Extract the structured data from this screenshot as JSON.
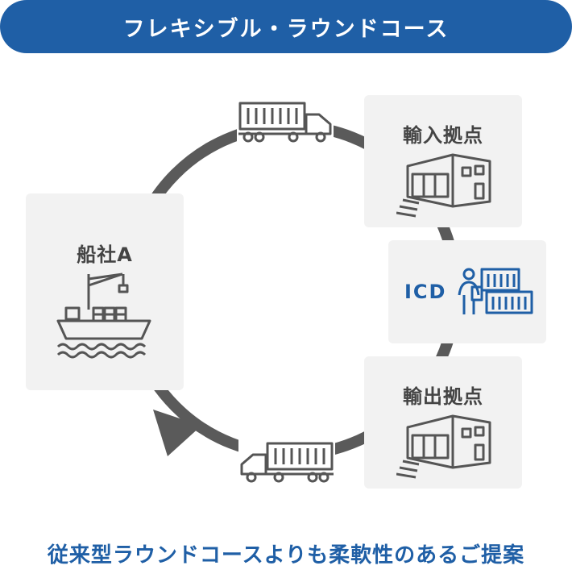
{
  "header": {
    "title": "フレキシブル・ラウンドコース"
  },
  "nodes": {
    "shipping_line": {
      "label": "船社A",
      "icon": "ship-icon"
    },
    "import_base": {
      "label": "輸入拠点",
      "icon": "warehouse-icon"
    },
    "icd": {
      "label": "ICD",
      "icon": "container-worker-icon",
      "color": "#1f5fa6"
    },
    "export_base": {
      "label": "輸出拠点",
      "icon": "warehouse-icon"
    }
  },
  "connectors": {
    "top": "truck-icon",
    "bottom": "truck-icon",
    "arrow": "return-arrow-icon"
  },
  "caption": "従来型ラウンドコースよりも柔軟性のあるご提案",
  "colors": {
    "accent": "#1f5fa6",
    "box_bg": "#f2f2f2",
    "line": "#5a5a5a"
  }
}
